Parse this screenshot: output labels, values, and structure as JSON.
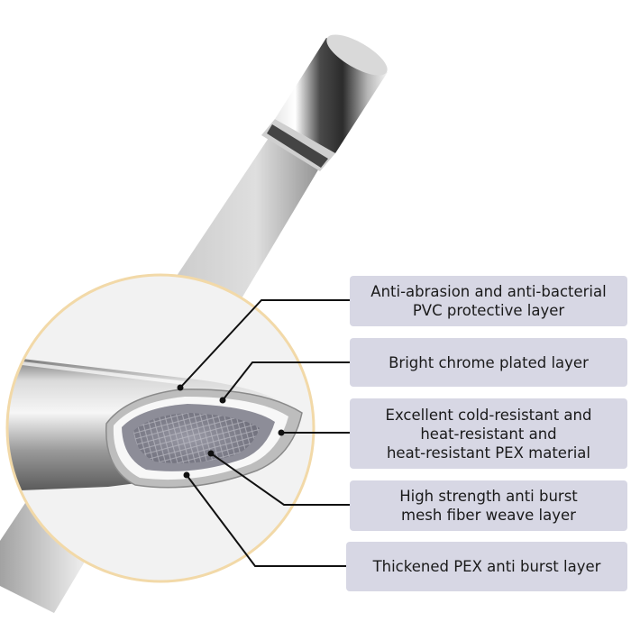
{
  "labels": [
    {
      "lines": [
        "Anti-abrasion and anti-bacterial",
        "PVC protective layer"
      ]
    },
    {
      "lines": [
        "Bright chrome plated layer"
      ]
    },
    {
      "lines": [
        "Excellent cold-resistant and",
        "heat-resistant and",
        "heat-resistant PEX material"
      ]
    },
    {
      "lines": [
        "High strength anti burst",
        "mesh fiber weave layer"
      ]
    },
    {
      "lines": [
        "Thickened PEX anti burst layer"
      ]
    }
  ],
  "colors": {
    "label_background": "#d7d7e4",
    "callout_ring": "#f2d9a8",
    "leader_line": "#111111"
  }
}
